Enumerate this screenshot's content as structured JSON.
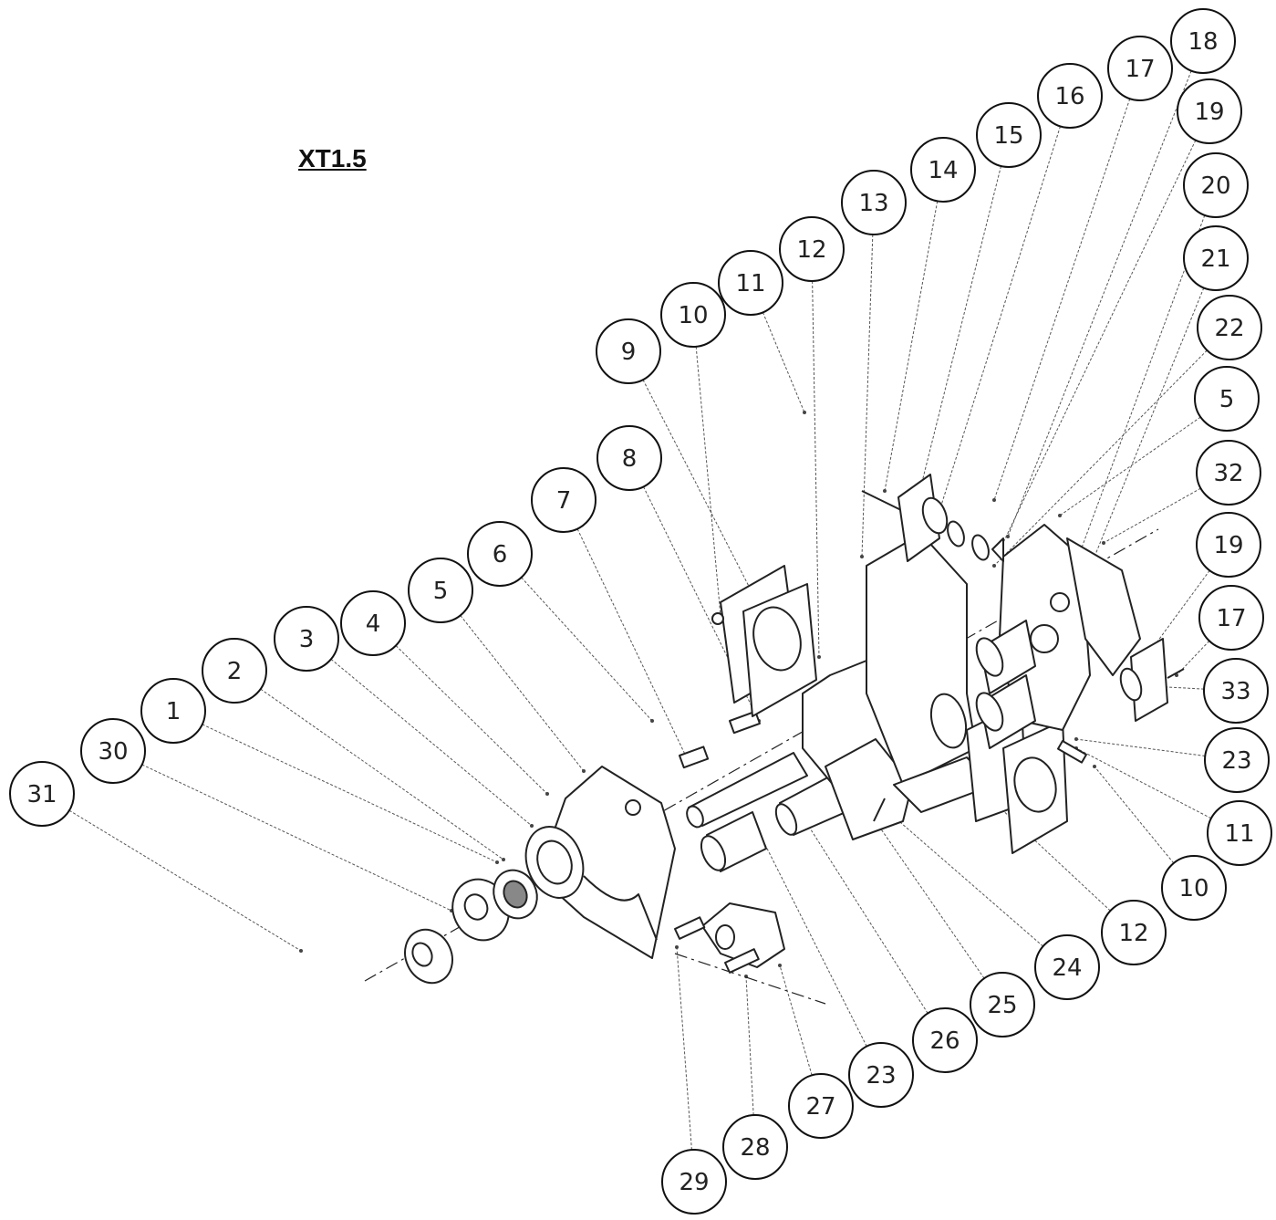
{
  "title": "XT1.5",
  "part_labels": [
    "31",
    "30",
    "1",
    "2",
    "3",
    "4",
    "5",
    "6",
    "7",
    "8",
    "9",
    "10",
    "11",
    "12",
    "13",
    "14",
    "15",
    "16",
    "17",
    "18",
    "19",
    "20",
    "21",
    "22",
    "5",
    "32",
    "19",
    "17",
    "33",
    "23",
    "11",
    "10",
    "12",
    "24",
    "25",
    "26",
    "23",
    "27",
    "28",
    "29"
  ]
}
